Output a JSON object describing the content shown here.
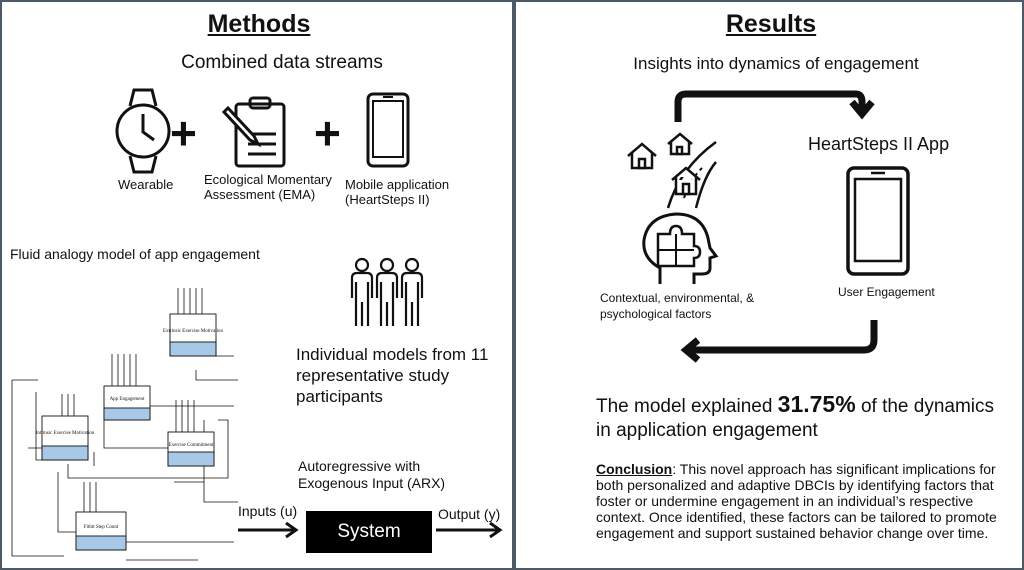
{
  "methods": {
    "title": "Methods",
    "data_streams_title": "Combined data streams",
    "plus_symbol": "+",
    "streams": [
      {
        "label": "Wearable",
        "icon": "watch-icon"
      },
      {
        "label": "Ecological Momentary Assessment (EMA)",
        "icon": "clipboard-icon"
      },
      {
        "label": "Mobile application (HeartSteps II)",
        "icon": "phone-icon"
      }
    ],
    "fluid_title": "Fluid analogy model of app engagement",
    "individual_text": "Individual models from 11 representative study participants",
    "arx_title": "Autoregressive with Exogenous Input (ARX)",
    "inputs_label": "Inputs (u)",
    "system_label": "System",
    "output_label": "Output (y)",
    "fluid_boxes": [
      "Extrinsic Exercise Motivation",
      "App Engagement",
      "Intrinsic Exercise Motivation",
      "Exercise Commitment",
      "Fitbit Step Count"
    ]
  },
  "results": {
    "title": "Results",
    "insights_title": "Insights into dynamics of engagement",
    "app_title": "HeartSteps II App",
    "factors_label": "Contextual, environmental, & psychological factors",
    "engagement_label": "User Engagement",
    "model_text_pre": "The model explained ",
    "model_percent": "31.75%",
    "model_text_post": " of the dynamics in application engagement",
    "conclusion_label": "Conclusion",
    "conclusion_text": ": This novel approach has significant implications for both personalized and adaptive DBCIs by identifying factors that foster or undermine engagement in an individual’s respective context. Once identified, these factors can be tailored to promote engagement and support sustained behavior change over time."
  }
}
